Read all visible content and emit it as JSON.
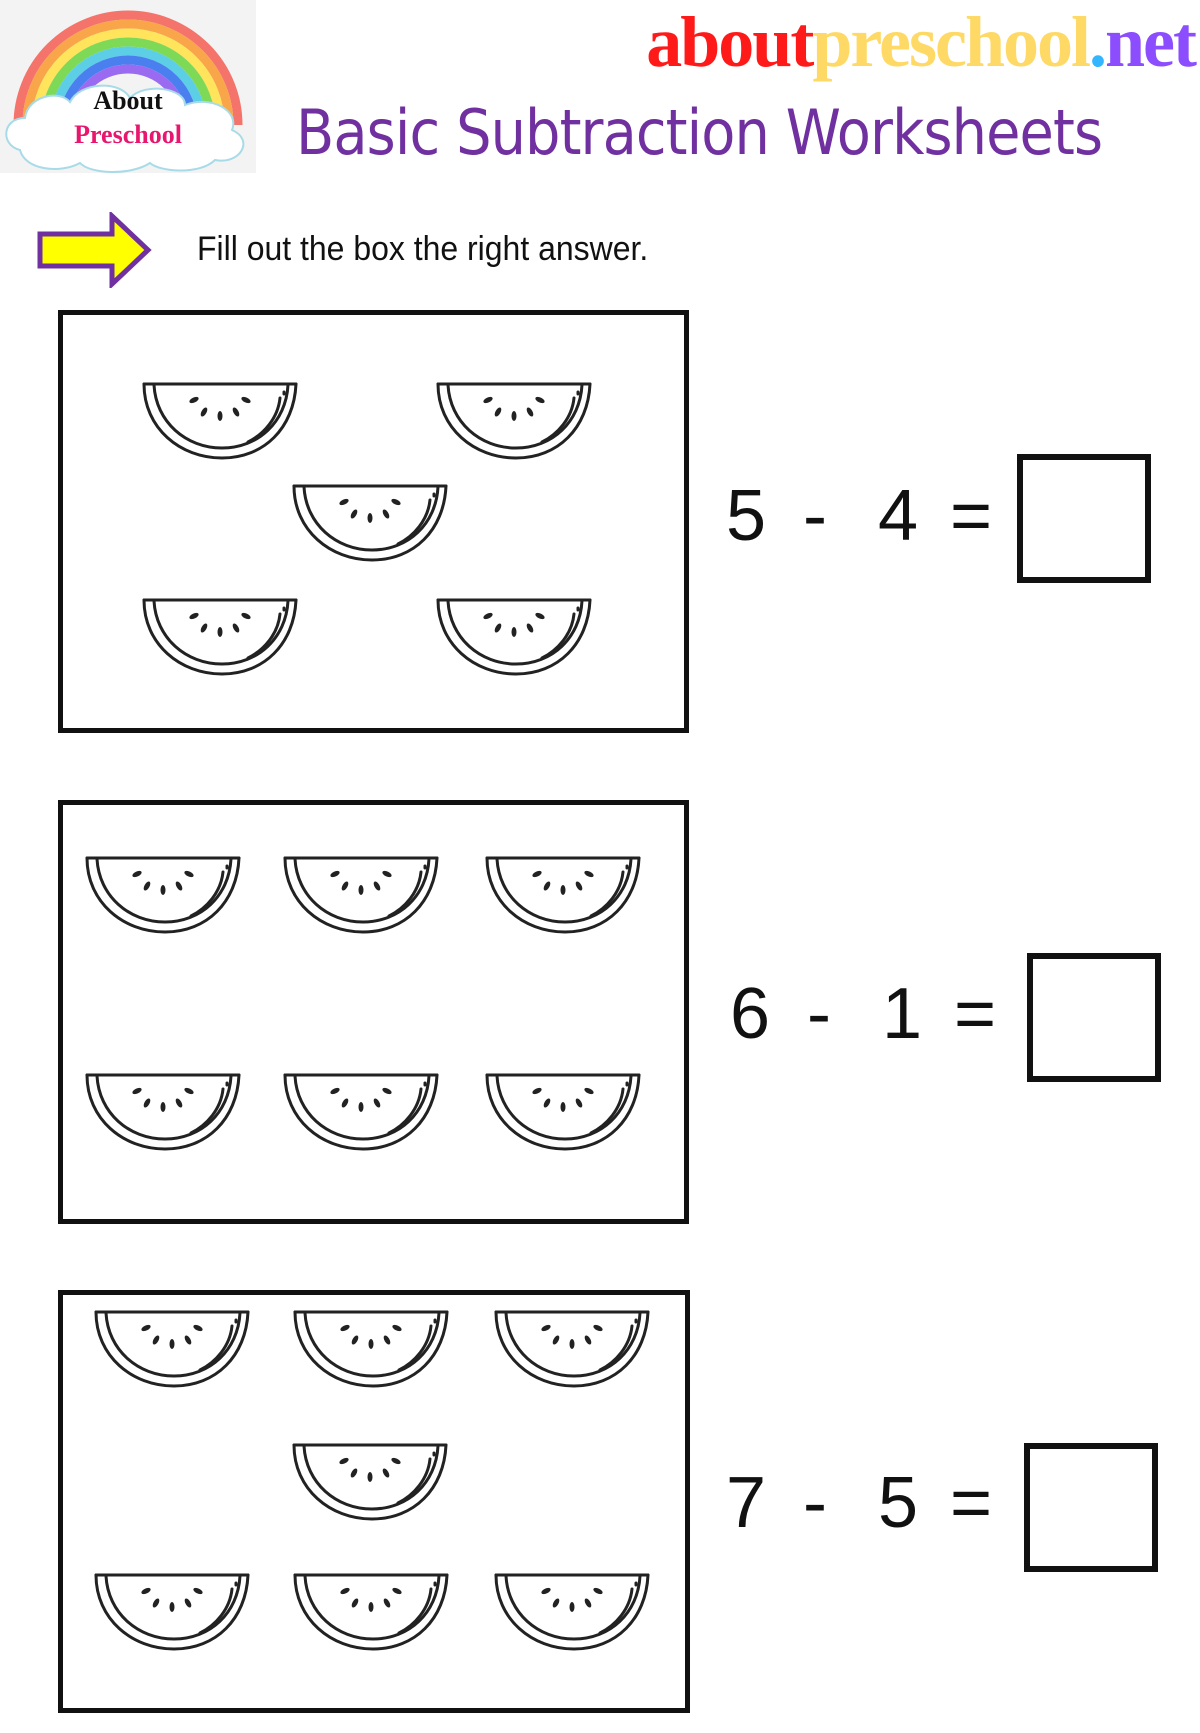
{
  "logo": {
    "line1": "About",
    "line2": "Preschool"
  },
  "site": {
    "part1": "about",
    "part2": "preschool",
    "part3": ".",
    "part4": "net",
    "colors": {
      "about": "#ff1a1a",
      "preschool": "#ffd966",
      "dot": "#33b5ff",
      "net": "#8c4dff"
    }
  },
  "title": "Basic Subtraction Worksheets",
  "title_color": "#7030a0",
  "instruction": {
    "icon": "arrow-right-icon",
    "text": "Fill out the box the right answer.",
    "arrow_fill": "#ffff00",
    "arrow_stroke": "#7030a0"
  },
  "problems": [
    {
      "picture": "watermelon-slice",
      "count": 5,
      "minuend": "5",
      "operator": "-",
      "subtrahend": "4",
      "equals": "=",
      "answer": ""
    },
    {
      "picture": "watermelon-slice",
      "count": 6,
      "minuend": "6",
      "operator": "-",
      "subtrahend": "1",
      "equals": "=",
      "answer": ""
    },
    {
      "picture": "watermelon-slice",
      "count": 7,
      "minuend": "7",
      "operator": "-",
      "subtrahend": "5",
      "equals": "=",
      "answer": ""
    }
  ]
}
